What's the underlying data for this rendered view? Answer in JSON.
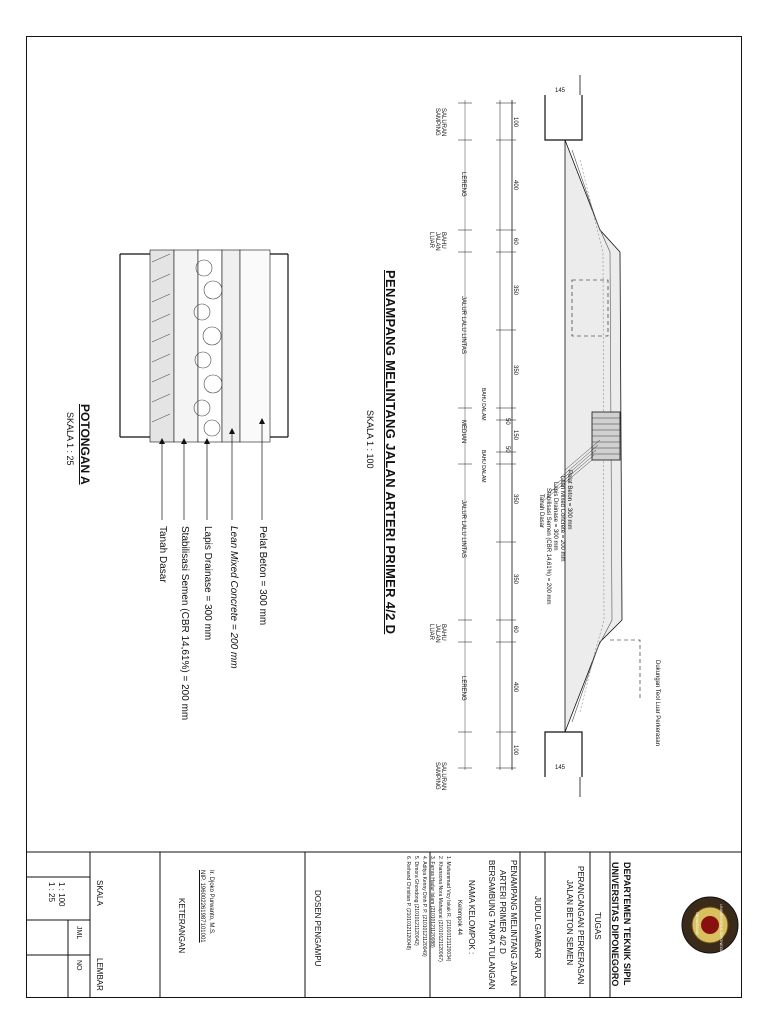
{
  "drawing": {
    "main_title": "PENAMPANG MELINTANG JALAN ARTERI PRIMER 4/2 D",
    "main_scale": "SKALA 1 : 100",
    "section_title": "POTONGAN A",
    "section_scale": "SKALA 1 : 25",
    "layers": [
      "Pelat Beton = 300 mm",
      "Lean Mixed Concrete = 200 mm",
      "Lapis Drainase = 300 mm",
      "Stabilisasi Semen (CBR 14,61%) = 200 mm",
      "Tanah Dasar"
    ],
    "layers_small": [
      "Pelat Beton = 300 mm",
      "Lean Mixed Concrete = 200 mm",
      "Lapis Drainase = 300 mm",
      "Stabilisasi Semen (CBR 14,61%) = 200 mm",
      "Tanah Dasar"
    ],
    "zones": [
      "SALURAN SAMPING",
      "LERENG",
      "BAHU JALAN LUAR",
      "JALUR LALU LINTAS",
      "MEDIAN",
      "JALUR LALU LINTAS",
      "BAHU JALAN LUAR",
      "LERENG",
      "SALURAN SAMPING"
    ],
    "zone_labels_small": [
      "BAHU DALAM",
      "BAHU DALAM"
    ],
    "dims": [
      "100",
      "400",
      "60",
      "350",
      "350",
      "50",
      "150",
      "50",
      "350",
      "350",
      "60",
      "400",
      "100"
    ],
    "top_dim": "145",
    "bottom_dim": "145",
    "note": "Dukungan Teol Luar Perkerasan"
  },
  "title_block": {
    "department": "DEPARTEMEN TEKNIK SIPIL",
    "university": "UNIVERSITAS DIPONEGORO",
    "logo_text_top": "UNIVERSITAS DIPONEGORO",
    "logo_text_bottom": "SEMARANG",
    "tugas_label": "TUGAS",
    "tugas_1": "PERANCANGAN PERKERASAN",
    "tugas_2": "JALAN BETON SEMEN",
    "judul_label": "JUDUL GAMBAR",
    "judul_1": "PENAMPANG MELINTANG JALAN",
    "judul_2": "ARTERI PRIMER 4/2 D",
    "judul_3": "BERSAMBUNG TANPA TULANGAN",
    "kelompok_label": "NAMA KELOMPOK :",
    "kelompok_no": "Kelompok 44",
    "members": [
      "1. Muhammad Vicy Iskak R.   (21010121120034)",
      "2. Khansona Nora Mahaprai   (21010121120067)",
      "3. Farras Hadur Islam       (21010121120088)",
      "4. Aditya Kenny Dinh P. P.  (21010121120049)",
      "5. Dimora Ghondong          (21010121120042)",
      "6. Reihand Christian P.     (21010121120048)"
    ],
    "dosen_label": "DOSEN PENGAMPU",
    "dosen_name": "Ir. Djoko Purwanto, M.S.",
    "dosen_nip": "NIP. 196002261987101001",
    "keterangan_label": "KETERANGAN",
    "skala_label": "SKALA",
    "skala_1": "1 : 100",
    "skala_2": "1 : 25",
    "lembar_label": "LEMBAR",
    "jml_label": "JML",
    "no_label": "NO"
  }
}
